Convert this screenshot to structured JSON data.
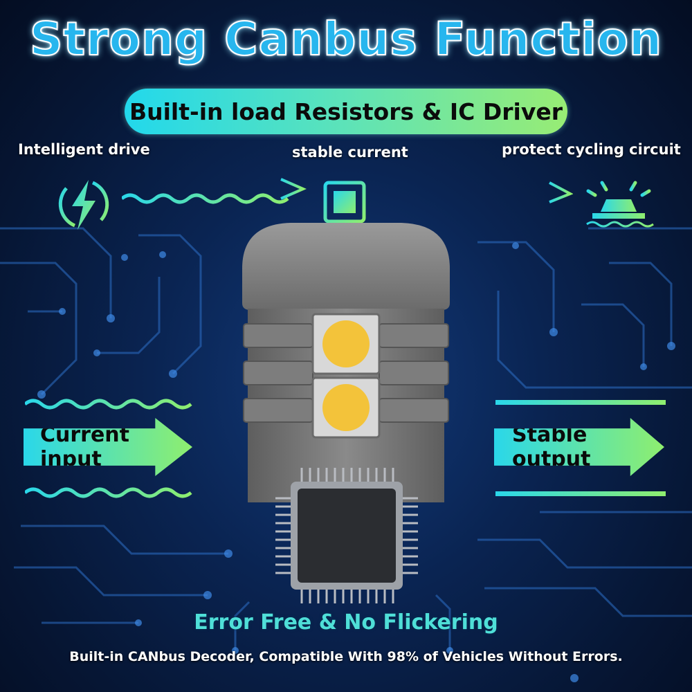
{
  "headline": "Strong Canbus Function",
  "banner": "Built-in load Resistors & IC Driver",
  "features": {
    "left": "Intelligent drive",
    "center": "stable current",
    "right": "protect cycling circuit"
  },
  "flow": {
    "input": "Current input",
    "output": "Stable output"
  },
  "tagline": "Error Free & No Flickering",
  "subline": "Built-in CANbus Decoder, Compatible With 98% of Vehicles Without Errors.",
  "icons": [
    "lightning-bolt-icon",
    "chip-icon",
    "warning-light-icon",
    "ic-chip-icon"
  ],
  "colors": {
    "accent_cyan": "#27b6ee",
    "gradient_start": "#22d8ec",
    "gradient_end": "#98ec74",
    "led_yellow": "#f3c33a",
    "background": "#0a2452"
  }
}
